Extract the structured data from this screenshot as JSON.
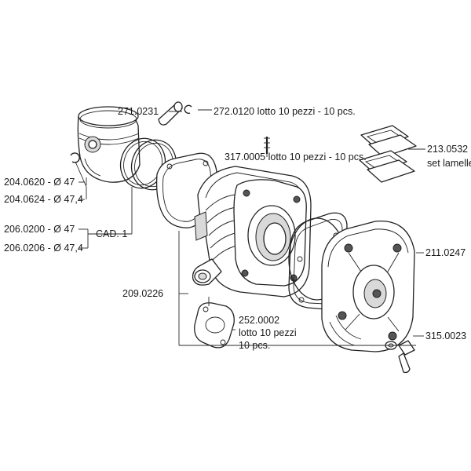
{
  "labels": {
    "pin": "271.0231",
    "clip": "272.0120 lotto 10 pezzi - 10 pcs.",
    "stud": "317.0005 lotto 10 pezzi - 10 pcs.",
    "reeds_code": "213.0532",
    "reeds_desc": "set lamelle",
    "piston_47": "204.0620 - Ø 47",
    "piston_474": "204.0624 - Ø 47,4",
    "rings_47": "206.0200 - Ø 47",
    "rings_474": "206.0206 - Ø 47,4",
    "rings_qty": "CAD. 1",
    "cylinder": "209.0226",
    "gasket_code": "252.0002",
    "gasket_lot": "lotto 10 pezzi",
    "gasket_pcs": "10 pcs.",
    "head": "211.0247",
    "screw": "315.0023"
  }
}
